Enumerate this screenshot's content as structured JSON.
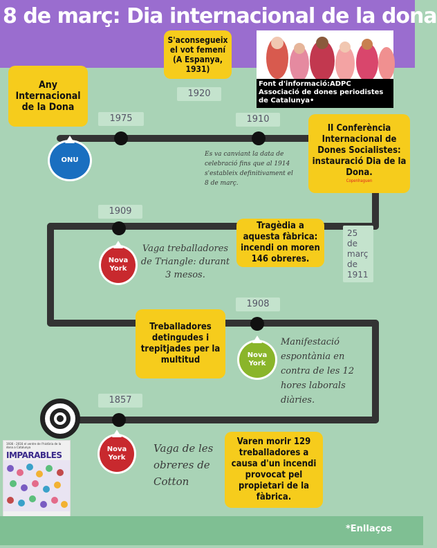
{
  "header": {
    "title": "8 de març: Dia internacional de la dona"
  },
  "source": {
    "label": "Font d'informació:ADPC",
    "org": "Associació de dones periodistes de Catalunya•"
  },
  "cards": {
    "any_internacional": "Any Internacional de la Dona",
    "vot_femeni": "S'aconsegueix el vot femení (A Espanya, 1931)",
    "conferencia": "II Conferència Internacional de Dones Socialistes: instauració Dia de la Dona.",
    "conferencia_place": "Copenhaguen",
    "tragedia": "Tragèdia a aquesta fàbrica: incendi on moren 146 obreres.",
    "treballadores": "Treballadores detingudes i trepitjades per la multitud",
    "varen_morir": "Varen morir 129 treballadores a causa d'un incendi provocat pel propietari de la fàbrica."
  },
  "years": {
    "y1975": "1975",
    "y1920": "1920",
    "y1910": "1910",
    "y1909": "1909",
    "y1908": "1908",
    "y1857": "1857",
    "date1911": "25 de març de 1911"
  },
  "badges": {
    "onu": "ONU",
    "nova_york": "Nova York"
  },
  "notes": {
    "data_change": "Es va canviant la data de celebració fins que al 1914 s'estableix definitivament el 8 de març.",
    "vaga_triangle": "Vaga treballadores de Triangle: durant 3 mesos.",
    "manifestacio": "Manifestació espontània en contra de les 12 hores laborals diàries.",
    "vaga_cotton": "Vaga de les obreres de Cotton"
  },
  "poster": {
    "small": "1936 - 2016 el ventre de l'història de la dona a Catalunya",
    "title": "IMPARABLES"
  },
  "footer": {
    "link": "*Enllaços"
  },
  "colors": {
    "background": "#a9d3b6",
    "header": "#9a6dcf",
    "card": "#f6cc1c",
    "onu": "#1a6fc0",
    "nova_york_red": "#c8292e",
    "nova_york_green": "#8ab52a"
  }
}
